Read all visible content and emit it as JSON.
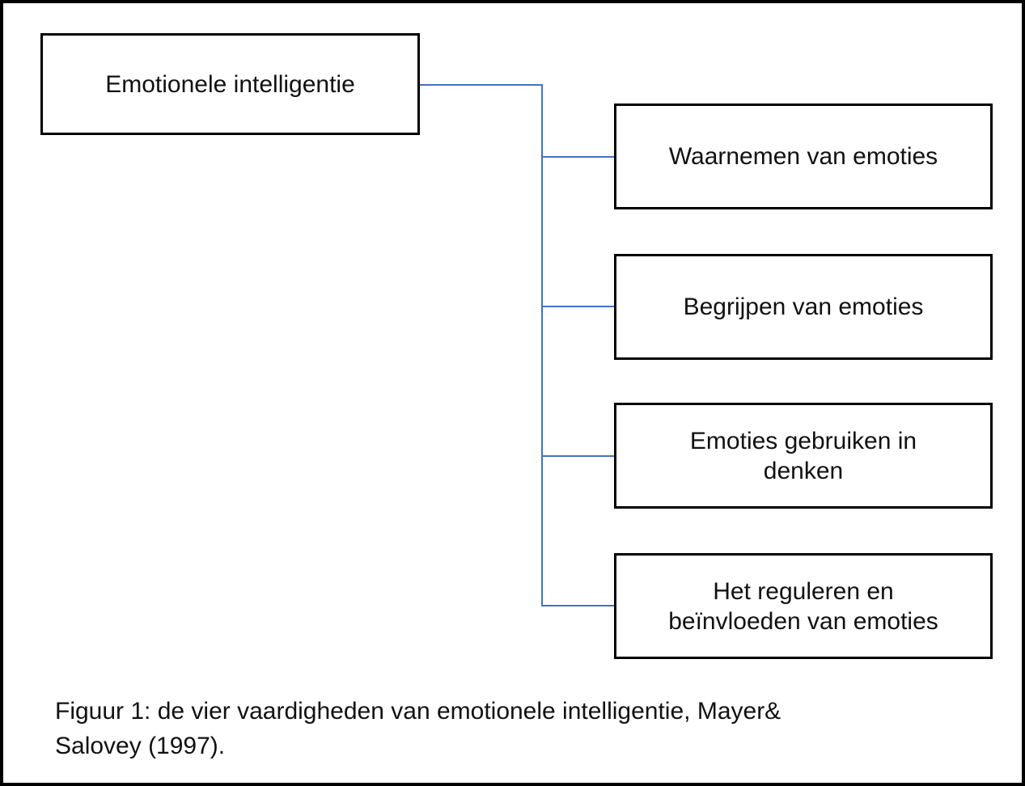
{
  "figure": {
    "root": {
      "label": "Emotionele intelligentie"
    },
    "children": [
      {
        "label": "Waarnemen van emoties",
        "lines": [
          "Waarnemen van emoties"
        ]
      },
      {
        "label": "Begrijpen van emoties",
        "lines": [
          "Begrijpen van emoties"
        ]
      },
      {
        "label": "Emoties gebruiken in denken",
        "lines": [
          "Emoties gebruiken in",
          "denken"
        ]
      },
      {
        "label": "Het reguleren en beïnvloeden van emoties",
        "lines": [
          "Het reguleren en",
          "beïnvloeden van emoties"
        ]
      }
    ],
    "caption": {
      "line1": "Figuur 1: de vier vaardigheden van emotionele intelligentie, Mayer&",
      "line2": "Salovey (1997)."
    }
  },
  "colors": {
    "connector": "#4472C4",
    "box-border": "#000000",
    "frame-border": "#000000",
    "text": "#111111",
    "background": "#ffffff"
  }
}
